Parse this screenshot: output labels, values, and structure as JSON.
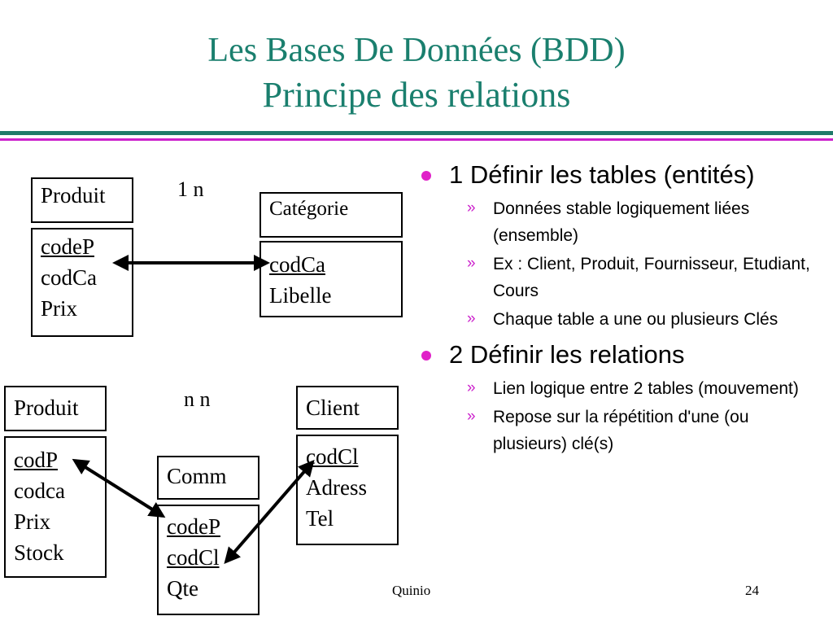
{
  "title": {
    "line1": "Les Bases De Données (BDD)",
    "line2": "Principe des relations"
  },
  "diagram1": {
    "cardinality": "1 n",
    "left_table": {
      "name": "Produit",
      "fields": [
        "codeP",
        "codCa",
        "Prix"
      ]
    },
    "right_table": {
      "name": "Catégorie",
      "fields": [
        "codCa",
        "Libelle"
      ]
    }
  },
  "diagram2": {
    "cardinality": "n n",
    "left_table": {
      "name": "Produit",
      "fields": [
        "codP",
        "codca",
        "Prix",
        "Stock"
      ]
    },
    "middle_table": {
      "name": "Comm",
      "fields": [
        "codeP",
        "codCl",
        "Qte"
      ]
    },
    "right_table": {
      "name": "Client",
      "fields": [
        "codCl",
        "Adress",
        "Tel"
      ]
    }
  },
  "bullets": [
    {
      "text": "1 Définir les tables (entités)",
      "subitems": [
        "Données stable logiquement liées (ensemble)",
        "Ex : Client, Produit, Fournisseur, Etudiant, Cours",
        "Chaque table a une ou plusieurs Clés"
      ]
    },
    {
      "text": "2 Définir les relations",
      "subitems": [
        "Lien logique entre 2 tables (mouvement)",
        "Repose sur la répétition d'une (ou plusieurs) clé(s)"
      ]
    }
  ],
  "footer": {
    "author": "Quinio",
    "page_number": "24"
  },
  "colors": {
    "title": "#1a7f6e",
    "rule_teal": "#1f7a6a",
    "rule_magenta": "#cc22cc",
    "bullet": "#e020c8"
  }
}
